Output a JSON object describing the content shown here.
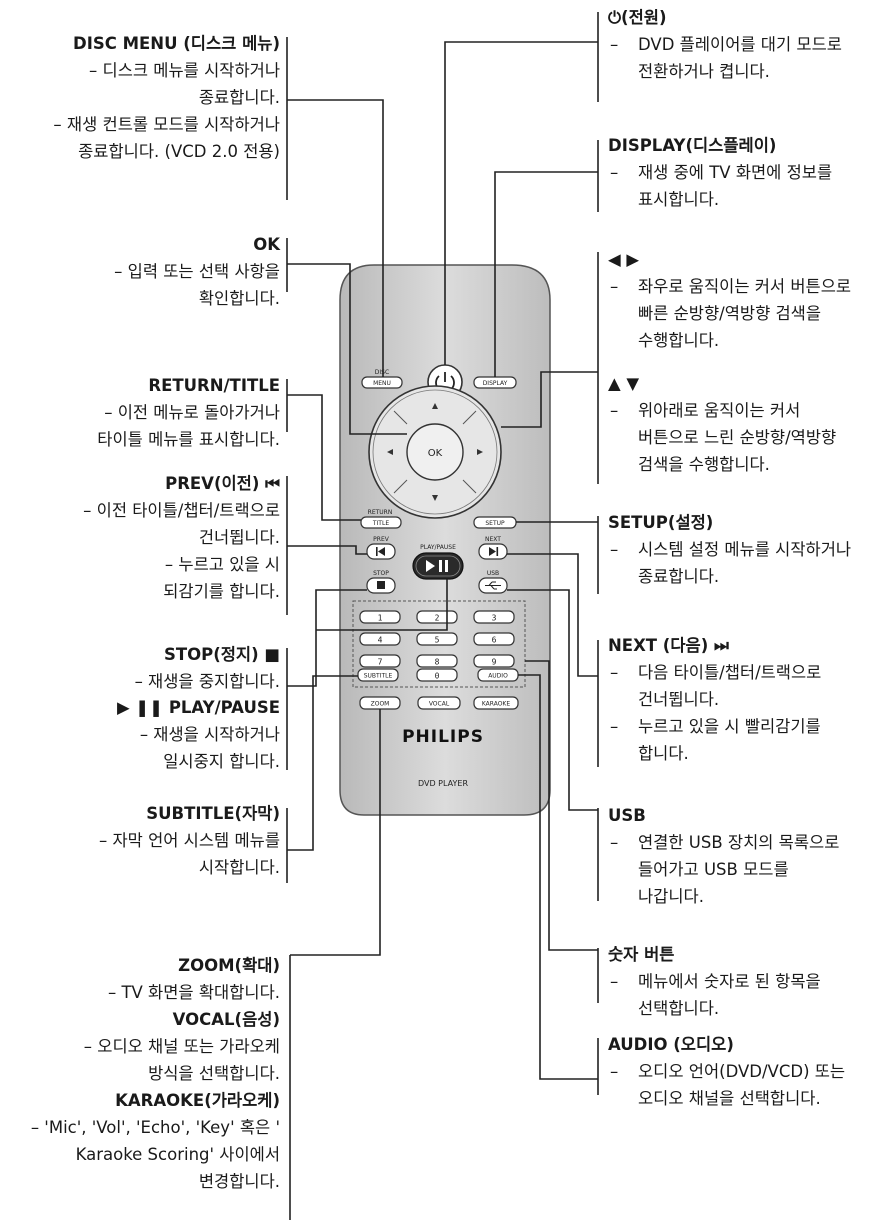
{
  "left": {
    "disc_menu": {
      "title": "DISC MENU  (디스크 메뉴)",
      "lines": [
        "– 디스크 메뉴를 시작하거나",
        "종료합니다.",
        "– 재생 컨트롤 모드를 시작하거나",
        "종료합니다. (VCD 2.0 전용)"
      ]
    },
    "ok": {
      "title": "OK",
      "lines": [
        "– 입력 또는 선택 사항을",
        "확인합니다."
      ]
    },
    "return_title": {
      "title": "RETURN/TITLE",
      "lines": [
        "– 이전 메뉴로 돌아가거나",
        "타이틀 메뉴를 표시합니다."
      ]
    },
    "prev": {
      "title": "PREV(이전) ⏮",
      "lines": [
        "– 이전 타이틀/챕터/트랙으로",
        "건너뜁니다.",
        "– 누르고 있을 시",
        "되감기를 합니다."
      ]
    },
    "stop": {
      "title": "STOP(정지) ■",
      "lines": [
        "– 재생을 중지합니다."
      ]
    },
    "play_pause": {
      "title": "▶ ❚❚ PLAY/PAUSE",
      "lines": [
        "– 재생을 시작하거나",
        "일시중지 합니다."
      ]
    },
    "subtitle": {
      "title": "SUBTITLE(자막)",
      "lines": [
        "– 자막 언어 시스템 메뉴를",
        "시작합니다."
      ]
    },
    "zoom": {
      "title": "ZOOM(확대)",
      "lines": [
        "– TV 화면을 확대합니다."
      ]
    },
    "vocal": {
      "title": "VOCAL(음성)",
      "lines": [
        "– 오디오 채널 또는 가라오케",
        "방식을 선택합니다."
      ]
    },
    "karaoke": {
      "title": "KARAOKE(가라오케)",
      "lines": [
        "– 'Mic', 'Vol', 'Echo', 'Key' 혹은 '",
        "Karaoke Scoring' 사이에서",
        "변경합니다."
      ]
    }
  },
  "right": {
    "power": {
      "title": "⏻(전원)",
      "items": [
        [
          "DVD 플레이어를 대기 모드로",
          "전환하거나 켭니다."
        ]
      ]
    },
    "display": {
      "title": "DISPLAY(디스플레이)",
      "items": [
        [
          "재생 중에 TV 화면에 정보를",
          "표시합니다."
        ]
      ]
    },
    "lr": {
      "title": "◀ ▶",
      "items": [
        [
          "좌우로 움직이는 커서 버튼으로",
          "빠른 순방향/역방향 검색을",
          "수행합니다."
        ]
      ]
    },
    "ud": {
      "title": "▲ ▼",
      "items": [
        [
          "위아래로 움직이는 커서",
          "버튼으로 느린 순방향/역방향",
          "검색을 수행합니다."
        ]
      ]
    },
    "setup": {
      "title": "SETUP(설정)",
      "items": [
        [
          "시스템 설정 메뉴를 시작하거나",
          "종료합니다."
        ]
      ]
    },
    "next": {
      "title": "NEXT (다음) ⏭",
      "items": [
        [
          "다음 타이틀/챕터/트랙으로",
          "건너뜁니다."
        ],
        [
          "누르고 있을 시 빨리감기를",
          "합니다."
        ]
      ]
    },
    "usb": {
      "title": "USB",
      "items": [
        [
          "연결한 USB 장치의 목록으로",
          "들어가고 USB 모드를",
          "나갑니다."
        ]
      ]
    },
    "numbers": {
      "title": "숫자 버튼",
      "items": [
        [
          "메뉴에서 숫자로 된 항목을",
          "선택합니다."
        ]
      ]
    },
    "audio": {
      "title": "AUDIO (오디오)",
      "items": [
        [
          "오디오 언어(DVD/VCD) 또는",
          "오디오 채널을 선택합니다."
        ]
      ]
    }
  },
  "remote": {
    "brand": "PHILIPS",
    "model": "DVD PLAYER",
    "buttons": {
      "disc_top": "DISC",
      "disc_menu": "MENU",
      "display": "DISPLAY",
      "ok": "OK",
      "return_top": "RETURN",
      "return_title": "TITLE",
      "setup": "SETUP",
      "prev": "PREV",
      "play_pause": "PLAY/PAUSE",
      "next": "NEXT",
      "stop": "STOP",
      "usb": "USB",
      "subtitle": "SUBTITLE",
      "audio": "AUDIO",
      "zoom": "ZOOM",
      "vocal": "VOCAL",
      "karaoke": "KARAOKE"
    },
    "digits": [
      "1",
      "2",
      "3",
      "4",
      "5",
      "6",
      "7",
      "8",
      "9",
      "0"
    ]
  }
}
